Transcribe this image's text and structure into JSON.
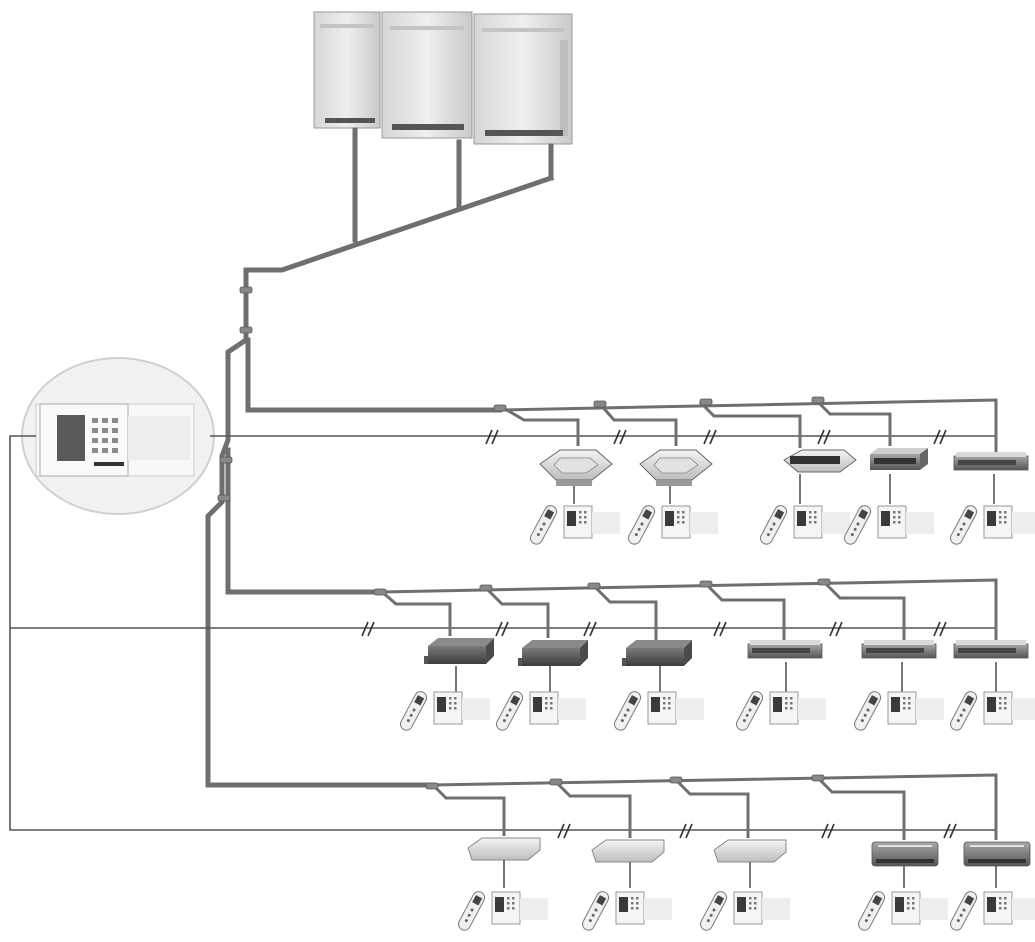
{
  "diagram": {
    "outdoor_units": 3,
    "central_controller": "central-controller",
    "rows": [
      {
        "branch": "row-1",
        "indoor_units": [
          "ceiling-cassette",
          "ceiling-cassette",
          "slim-cassette",
          "ducted-unit",
          "slim-duct"
        ]
      },
      {
        "branch": "row-2",
        "indoor_units": [
          "ducted-unit",
          "ducted-unit",
          "ducted-unit",
          "slim-duct",
          "slim-duct",
          "slim-duct"
        ]
      },
      {
        "branch": "row-3",
        "indoor_units": [
          "ceiling-suspended",
          "ceiling-suspended",
          "ceiling-suspended",
          "wall-mounted",
          "wall-mounted"
        ]
      }
    ],
    "colors": {
      "pipe": "#6f6f6f",
      "unit_light": "#e9e9e9",
      "unit_dark": "#555555",
      "wire": "#555555"
    }
  }
}
